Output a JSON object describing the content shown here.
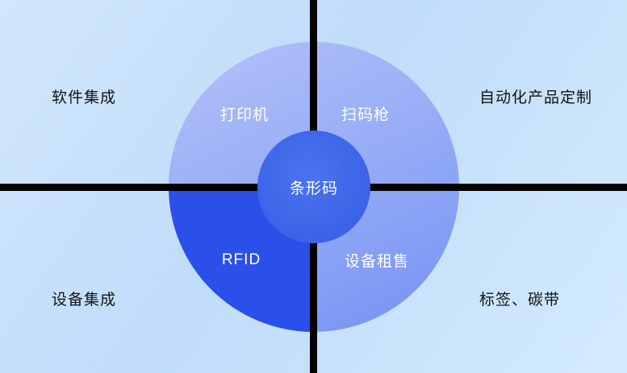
{
  "diagram": {
    "center_label": "条形码",
    "quadrants": {
      "top_left": "打印机",
      "top_right": "扫码枪",
      "bottom_left": "RFID",
      "bottom_right": "设备租售"
    },
    "corners": {
      "top_left": "软件集成",
      "top_right": "自动化产品定制",
      "bottom_left": "设备集成",
      "bottom_right": "标签、碳带"
    },
    "colors": {
      "background_light": "#d2e7fc",
      "background_deep": "#bfdcf9",
      "divider": "#000000",
      "circle_top": "#b4c0f8",
      "circle_bottom": "#708df3",
      "quarter_highlight": "#2b50e9",
      "center_circle": "#3a63e8",
      "circle_text": "#ffffff",
      "corner_text": "#141414"
    }
  }
}
